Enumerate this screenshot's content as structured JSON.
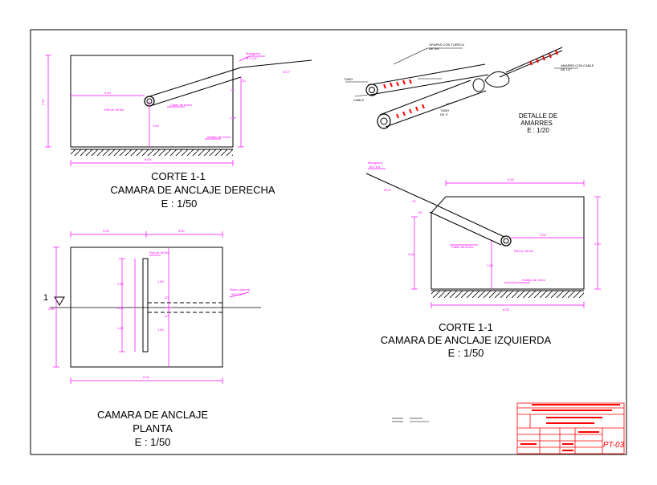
{
  "colors": {
    "dimension": "#ff00ff",
    "outline": "#000000",
    "titleblock": "#ff0000",
    "background": "#ffffff"
  },
  "views": {
    "right": {
      "title_line1": "CORTE 1-1",
      "title_line2": "CAMARA DE ANCLAJE DERECHA",
      "scale": "E : 1/50"
    },
    "left": {
      "title_line1": "CORTE 1-1",
      "title_line2": "CAMARA DE ANCLAJE IZQUIERDA",
      "scale": "E : 1/50"
    },
    "plan": {
      "title_line1": "CAMARA DE ANCLAJE",
      "title_line2": "PLANTA",
      "scale": "E : 1/50",
      "section_marker": "1"
    },
    "detail": {
      "title_line1": "DETALLE DE",
      "title_line2": "AMARRES",
      "scale": "E : 1/20"
    }
  },
  "title_block": {
    "sheet_number": "PT-03"
  }
}
